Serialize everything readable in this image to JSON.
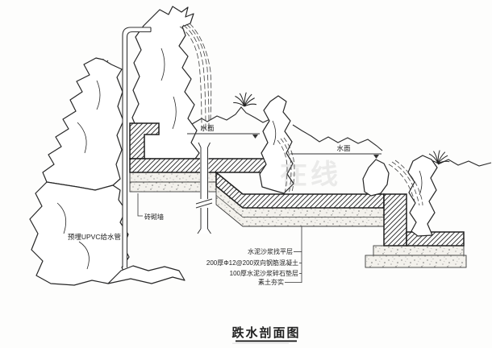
{
  "drawing": {
    "title": "跌水剖面图",
    "watermark": "在线",
    "annotations": {
      "supply_pipe": "预埋UPVC给水管",
      "masonry_wall": "砖砌墙",
      "upper_water_surface": "水面",
      "lower_water_surface": "水面",
      "leveling_layer": "水泥沙浆找平层",
      "structural_slab": "200厚Φ12@200双向钢筋混凝土",
      "cushion_layer": "100厚水泥沙浆碎石垫层",
      "base_soil": "素土夯实"
    },
    "colors": {
      "line": "#222222",
      "paper": "#fdfdfc",
      "watermark": "#8a8a8a"
    }
  }
}
